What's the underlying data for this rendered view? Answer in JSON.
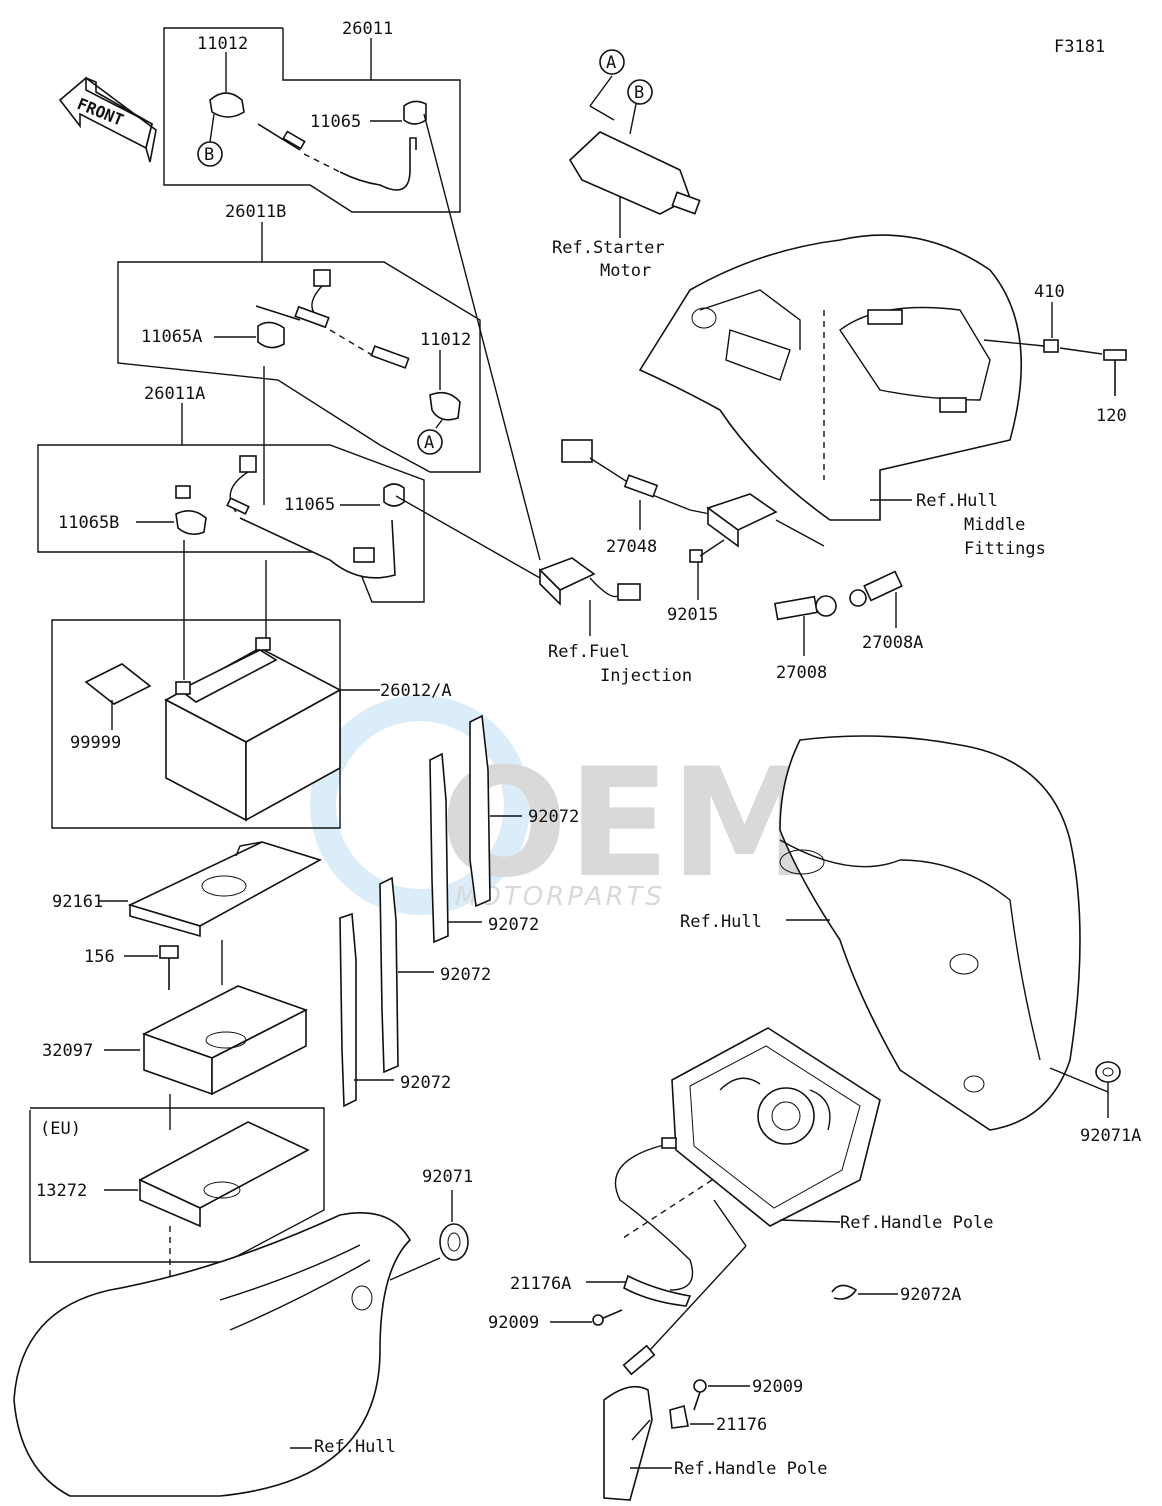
{
  "figure_code": "F3181",
  "direction_label": "FRONT",
  "watermark": {
    "brand": "OEM",
    "sub": "MOTORPARTS"
  },
  "callouts": {
    "a_top": "A",
    "b_top": "B",
    "b_cable": "B",
    "a_cable": "A"
  },
  "part_labels": {
    "p26011": "26011",
    "p11012_top": "11012",
    "p11065_top": "11065",
    "p26011B": "26011B",
    "p11065A": "11065A",
    "p11012_mid": "11012",
    "p26011A": "26011A",
    "p11065_mid": "11065",
    "p11065B": "11065B",
    "p26012A": "26012/A",
    "p99999": "99999",
    "p92161": "92161",
    "p156": "156",
    "p32097": "32097",
    "eu_note": "(EU)",
    "p13272": "13272",
    "p92071": "92071",
    "p92072_a": "92072",
    "p92072_b": "92072",
    "p92072_c": "92072",
    "p92072_d": "92072",
    "p27048": "27048",
    "p92015": "92015",
    "p27008": "27008",
    "p27008A": "27008A",
    "p410": "410",
    "p120": "120",
    "p92071A": "92071A",
    "p21176A": "21176A",
    "p92009_a": "92009",
    "p92009_b": "92009",
    "p21176": "21176",
    "p92072A": "92072A"
  },
  "reference_labels": {
    "starter_1": "Ref.Starter",
    "starter_2": "Motor",
    "hull_mid_1": "Ref.Hull",
    "hull_mid_2": "Middle",
    "hull_mid_3": "Fittings",
    "fuel_1": "Ref.Fuel",
    "fuel_2": "Injection",
    "hull_right": "Ref.Hull",
    "handle_pole_1": "Ref.Handle Pole",
    "hull_bottom": "Ref.Hull",
    "handle_pole_2": "Ref.Handle Pole"
  }
}
